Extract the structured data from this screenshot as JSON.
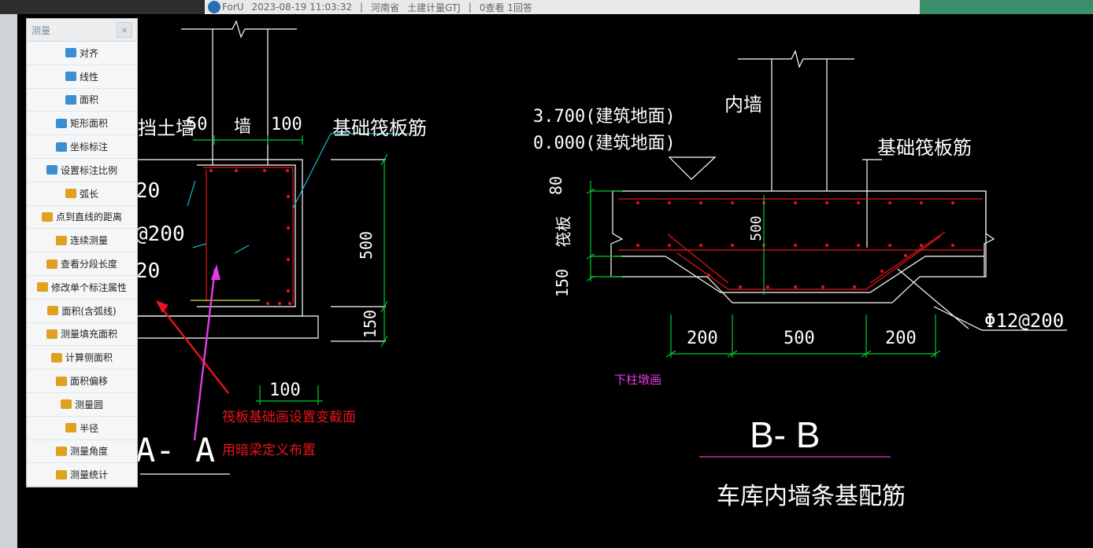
{
  "header": {
    "user": "ForU",
    "datetime": "2023-08-19 11:03:32",
    "sep1": "|",
    "region": "河南省",
    "category": "土建计量GTJ",
    "sep2": "|",
    "stats": "0查看  1回答"
  },
  "panel": {
    "title": "测量",
    "close": "×",
    "tools": [
      {
        "label": "对齐",
        "icon": "align-icon",
        "color": "#3b8ed0"
      },
      {
        "label": "线性",
        "icon": "linear-icon",
        "color": "#3b8ed0"
      },
      {
        "label": "面积",
        "icon": "area-icon",
        "color": "#3b8ed0"
      },
      {
        "label": "矩形面积",
        "icon": "rect-area-icon",
        "color": "#3b8ed0"
      },
      {
        "label": "坐标标注",
        "icon": "coord-icon",
        "color": "#3b8ed0"
      },
      {
        "label": "设置标注比例",
        "icon": "scale-icon",
        "color": "#3b8ed0"
      },
      {
        "label": "弧长",
        "icon": "arc-icon",
        "color": "#e0a020"
      },
      {
        "label": "点到直线的距离",
        "icon": "point-line-icon",
        "color": "#e0a020"
      },
      {
        "label": "连续测量",
        "icon": "continuous-icon",
        "color": "#e0a020"
      },
      {
        "label": "查看分段长度",
        "icon": "segment-icon",
        "color": "#e0a020"
      },
      {
        "label": "修改单个标注属性",
        "icon": "edit-dim-icon",
        "color": "#e0a020"
      },
      {
        "label": "面积(含弧线)",
        "icon": "arc-area-icon",
        "color": "#e0a020"
      },
      {
        "label": "测量填充面积",
        "icon": "fill-area-icon",
        "color": "#e0a020"
      },
      {
        "label": "计算侧面积",
        "icon": "side-area-icon",
        "color": "#e0a020"
      },
      {
        "label": "面积偏移",
        "icon": "offset-icon",
        "color": "#e0a020"
      },
      {
        "label": "测量圆",
        "icon": "circle-icon",
        "color": "#e0a020"
      },
      {
        "label": "半径",
        "icon": "radius-icon",
        "color": "#e0a020"
      },
      {
        "label": "测量角度",
        "icon": "angle-icon",
        "color": "#e0a020"
      },
      {
        "label": "测量统计",
        "icon": "stats-icon",
        "color": "#e0a020"
      }
    ]
  },
  "drawing": {
    "left": {
      "label_wall_retaining": "挡土墙",
      "dim_50": "50",
      "label_wall": "墙",
      "dim_100_top": "100",
      "label_raft_rebar": "基础筏板筋",
      "partial_20a": "20",
      "partial_200": "@200",
      "partial_20b": "20",
      "dim_500": "500",
      "dim_150": "150",
      "dim_100_bottom": "100",
      "section_label": "A- A"
    },
    "right": {
      "elev_3700": "3.700(建筑地面)",
      "elev_0000": "0.000(建筑地面)",
      "label_inner_wall": "内墙",
      "label_raft_rebar": "基础筏板筋",
      "dim_80": "80",
      "label_raft": "筏板",
      "dim_500_vert": "500",
      "dim_150": "150",
      "rebar_spec": "Φ12@200",
      "dim_200a": "200",
      "dim_500": "500",
      "dim_200b": "200",
      "note_pier": "下柱墩画",
      "section_label": "B- B",
      "title": "车库内墙条基配筋"
    },
    "annotations": {
      "note_line1": "筏板基础画设置变截面",
      "note_line2": "用暗梁定义布置"
    },
    "colors": {
      "green": "#00cc33",
      "red": "#e8141a",
      "magenta": "#e43ce4",
      "cyan": "#1bb7cf",
      "yellow": "#e0e020"
    }
  }
}
